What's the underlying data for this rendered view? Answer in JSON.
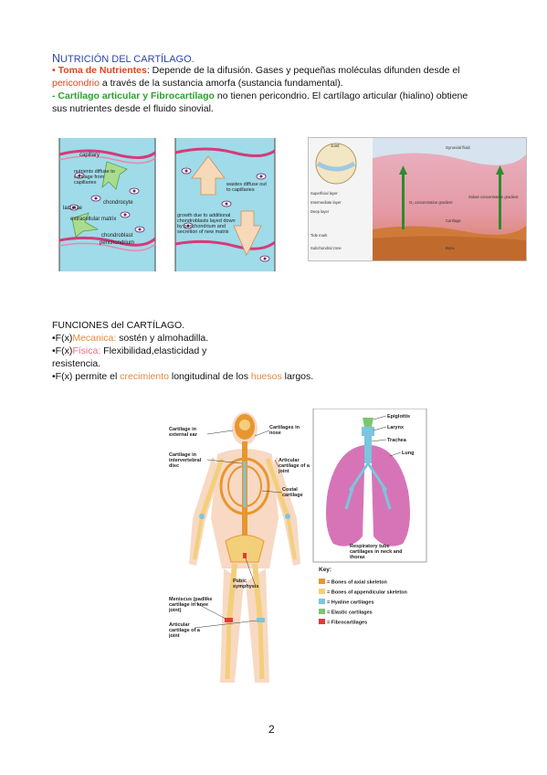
{
  "nutrition": {
    "heading_initial": "N",
    "heading_rest": "UTRICIÓN DEL CARTÍLAGO.",
    "line1_bullet": "• ",
    "line1_term": "Toma de Nutrientes",
    "line1_rest": ": Depende de la difusión. Gases y pequeñas moléculas difunden desde el",
    "line2_term": "pericondrio",
    "line2_rest": " a través de la sustancia amorfa (sustancia fundamental).",
    "line3_dash": "- ",
    "line3_term": "Cartílago articular y Fibrocartílago",
    "line3_rest": " no tienen pericondrio. El cartílago articular (hialino) obtiene",
    "line4": "sus nutrientes desde el fluido sinovial."
  },
  "figure1": {
    "labels": {
      "capillary": "capillary",
      "nutrients": "nutrients diffuse to cartilage from capillaries",
      "chondrocyte": "chondrocyte",
      "lacunae": "lacunae",
      "matrix": "extracellular matrix",
      "chondroblast": "chondroblast",
      "perichondrium": "perichondrium",
      "wastes": "wastes diffuse out to capillaries",
      "growth": "growth due to additional chondroblasts layed down by perichondrium and secretion of new matrix"
    }
  },
  "figure2": {
    "labels": {
      "joint": "Joint",
      "synovial": "Synovial fluid",
      "superficial": "Superficial layer",
      "intermediate": "Intermediate layer",
      "deep": "Deep layer",
      "tide": "Tide mark",
      "subchondral": "Subchondral zone",
      "o2": "O₂ concentration gradient",
      "solute": "Solute concentration gradient",
      "cartilage": "Cartilage",
      "bone": "Bone"
    }
  },
  "functions": {
    "heading": "FUNCIONES del CARTÍLAGO.",
    "f1_prefix": "•F(x)",
    "f1_term": "Mecanica:",
    "f1_rest": " sostén y almohadilla.",
    "f2_prefix": "•F(x)",
    "f2_term": "Física:",
    "f2_rest": " Flexibilidad,elasticidad y",
    "f2_cont": "resistencia.",
    "f3_prefix": "•F(x) permite el ",
    "f3_term1": "crecimiento",
    "f3_mid": " longitudinal de los ",
    "f3_term2": "huesos",
    "f3_rest": " largos."
  },
  "figure3": {
    "labels": {
      "ear": "Cartilage in external ear",
      "nose": "Cartilages in nose",
      "disc": "Cartilage in intervertebral disc",
      "articular1": "Articular cartilage of a joint",
      "costal": "Costal cartilage",
      "pubic": "Pubic symphysis",
      "meniscus": "Meniscus (padlike cartilage in knee joint)",
      "articular2": "Articular cartilage of a joint",
      "epiglottis": "Epiglottis",
      "larynx": "Larynx",
      "trachea": "Trachea",
      "lung": "Lung",
      "respiratory": "Respiratory tube cartilages in neck and thorax"
    },
    "key": {
      "title": "Key:",
      "items": [
        {
          "label": "= Bones of axial skeleton",
          "color": "#e8962f"
        },
        {
          "label": "= Bones of appendicular skeleton",
          "color": "#f3cf7a"
        },
        {
          "label": "= Hyaline cartilages",
          "color": "#7cc5de"
        },
        {
          "label": "= Elastic cartilages",
          "color": "#7cc66f"
        },
        {
          "label": "= Fibrocartilages",
          "color": "#e23a3a"
        }
      ]
    }
  },
  "page_number": "2"
}
